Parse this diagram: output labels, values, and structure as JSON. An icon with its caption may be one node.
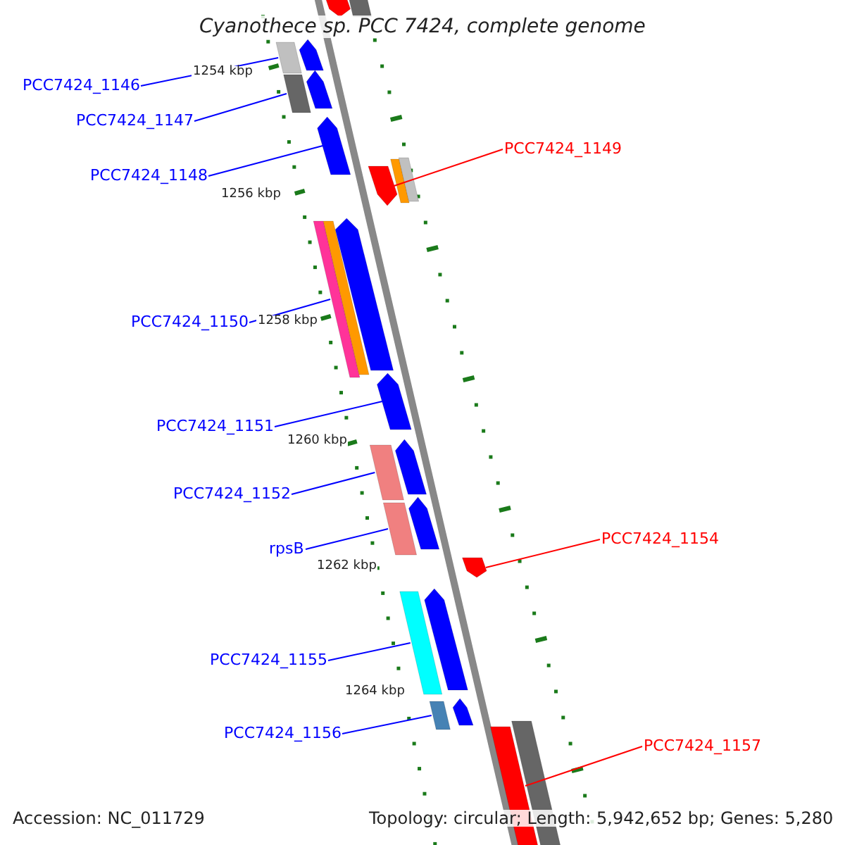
{
  "diagram": {
    "title": "Cyanothece sp. PCC 7424, complete genome",
    "nodes": [
      {
        "text": [
          "PCC7424_1146"
        ]
      },
      {
        "text": [
          "PCC7424_1147"
        ]
      },
      {
        "text": [
          "PCC7424_1148"
        ]
      },
      {
        "text": [
          "PCC7424_1149"
        ]
      },
      {
        "text": [
          "PCC7424_1150"
        ]
      },
      {
        "text": [
          "PCC7424_1151"
        ]
      },
      {
        "text": [
          "PCC7424_1152"
        ]
      },
      {
        "text": [
          "rpsB"
        ]
      },
      {
        "text": [
          "PCC7424_1154"
        ]
      },
      {
        "text": [
          "PCC7424_1155"
        ]
      },
      {
        "text": [
          "PCC7424_1156"
        ]
      },
      {
        "text": [
          "PCC7424_1157"
        ]
      },
      {
        "text": [],
        "shape": "pentagon"
      },
      {
        "text": [],
        "shape": "bar"
      },
      {
        "text": [],
        "shape": "bar"
      },
      {
        "text": [],
        "shape": "pentagon"
      },
      {
        "text": [],
        "shape": "bar"
      },
      {
        "text": [],
        "shape": "pentagon"
      },
      {
        "text": [],
        "shape": "pentagon"
      },
      {
        "text": [],
        "shape": "pentagon"
      },
      {
        "text": [],
        "shape": "bar"
      },
      {
        "text": [],
        "shape": "bar"
      },
      {
        "text": [],
        "shape": "bar"
      },
      {
        "text": [],
        "shape": "bar"
      },
      {
        "text": [],
        "shape": "pentagon"
      },
      {
        "text": [],
        "shape": "pentagon"
      },
      {
        "text": [],
        "shape": "bar"
      },
      {
        "text": [],
        "shape": "pentagon"
      },
      {
        "text": [],
        "shape": "bar"
      },
      {
        "text": [],
        "shape": "pentagon"
      },
      {
        "text": [],
        "shape": "pentagon"
      },
      {
        "text": [],
        "shape": "bar"
      },
      {
        "text": [],
        "shape": "pentagon"
      },
      {
        "text": [],
        "shape": "bar"
      },
      {
        "text": [],
        "shape": "pentagon"
      },
      {
        "text": [],
        "shape": "bar"
      },
      {
        "text": [],
        "shape": "bar"
      }
    ],
    "edges": [
      {
        "from": 0,
        "to": 14,
        "arrow": "none"
      },
      {
        "from": 1,
        "to": 16,
        "arrow": "none"
      },
      {
        "from": 2,
        "to": 18,
        "arrow": "none"
      },
      {
        "from": 3,
        "to": 19,
        "arrow": "none",
        "color": "#ff0000"
      },
      {
        "from": 4,
        "to": 22,
        "arrow": "none"
      },
      {
        "from": 5,
        "to": 25,
        "arrow": "none"
      },
      {
        "from": 6,
        "to": 26,
        "arrow": "none"
      },
      {
        "from": 7,
        "to": 28,
        "arrow": "none"
      },
      {
        "from": 8,
        "to": 30,
        "arrow": "none",
        "color": "#ff0000"
      },
      {
        "from": 9,
        "to": 31,
        "arrow": "none"
      },
      {
        "from": 10,
        "to": 33,
        "arrow": "none"
      },
      {
        "from": 11,
        "to": 35,
        "arrow": "none",
        "color": "#ff0000"
      }
    ],
    "labels": [
      "1254 kbp",
      "1256 kbp",
      "1258 kbp",
      "1260 kbp",
      "1262 kbp",
      "1264 kbp",
      "Accession: NC_011729",
      "Topology: circular; Length: 5,942,652 bp; Genes: 5,280"
    ]
  }
}
